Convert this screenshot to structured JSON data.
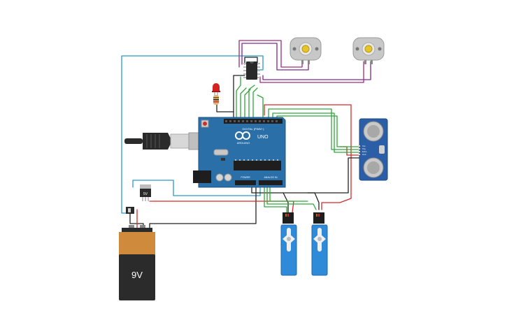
{
  "arduino": {
    "brand": "UNO",
    "logo_text": "ARDUINO",
    "digital_label": "DIGITAL (PWM~)",
    "power_label": "POWER",
    "analog_label": "ANALOG IN",
    "board_color": "#2a6fa8"
  },
  "battery": {
    "label": "9V",
    "top_color": "#d08a3c",
    "body_color": "#2b2b2b"
  },
  "regulator": {
    "label": "5V"
  },
  "sensor": {
    "pins": [
      "Vcc",
      "Trig",
      "Echo",
      "Gnd"
    ]
  },
  "components": {
    "motor_count": 2,
    "servo_count": 2,
    "led_color": "#d32222"
  },
  "wire_colors": {
    "red": "#d42a2a",
    "black": "#222222",
    "green": "#2ea83a",
    "blue": "#2a9bc8",
    "purple": "#7a2a86",
    "magenta": "#a02a7a"
  }
}
